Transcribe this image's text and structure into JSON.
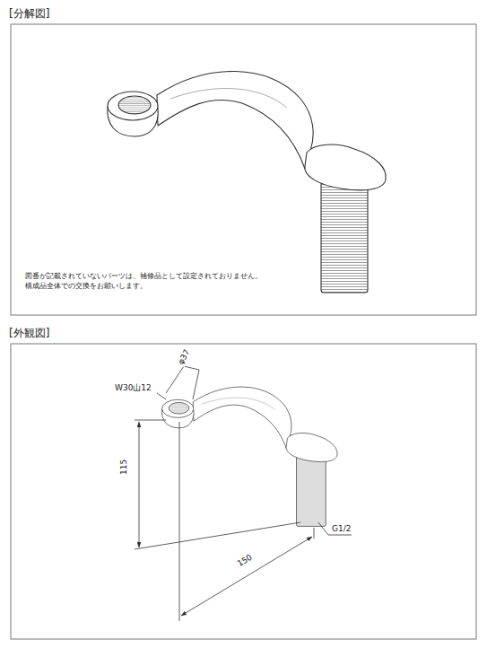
{
  "diagram": {
    "labels": [
      "[分解図]",
      "図番が記載されていないパーツは、補修品として設定されておりません。",
      "構成品全体での交換をお願いします。",
      "[外観図]",
      "φ37",
      "W30山12",
      "115",
      "150",
      "G1/2"
    ]
  }
}
